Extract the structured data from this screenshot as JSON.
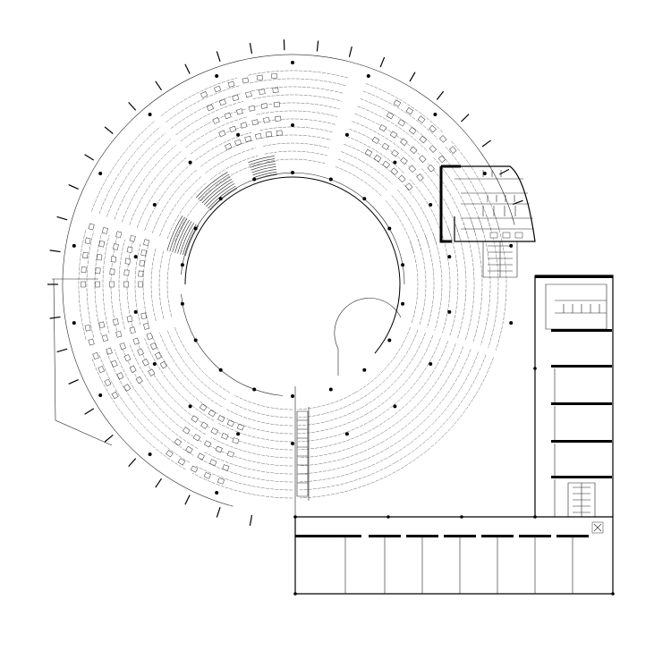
{
  "drawing": {
    "kind": "architectural-floor-plan",
    "ink_color": "#000000",
    "paper_color": "#ffffff",
    "elements": [
      "outer-ring-wall",
      "inner-ring-wall",
      "central-void",
      "seating-rows",
      "desk-clusters",
      "stair-blocks",
      "column-grid",
      "toilet-core",
      "classroom-wing-south",
      "classroom-wing-east"
    ]
  }
}
